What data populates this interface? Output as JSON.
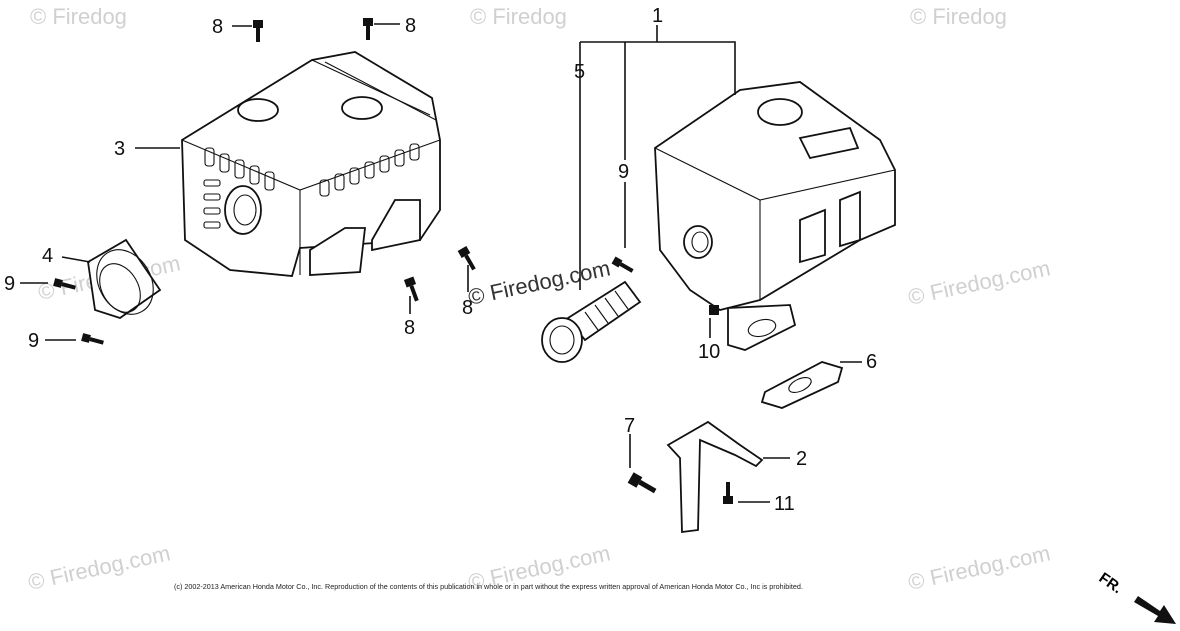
{
  "watermarks": {
    "tl": "© Firedog",
    "tc": "© Firedog",
    "tr": "© Firedog",
    "ml": "© Firedog.com",
    "mc": "© Firedog.com",
    "mr": "© Firedog.com",
    "bl": "© Firedog.com",
    "bc": "© Firedog.com",
    "br": "© Firedog.com"
  },
  "callouts": {
    "c1": "1",
    "c2": "2",
    "c3": "3",
    "c4": "4",
    "c5": "5",
    "c6": "6",
    "c7": "7",
    "c8a": "8",
    "c8b": "8",
    "c8c": "8",
    "c8d": "8",
    "c9a": "9",
    "c9b": "9",
    "c9c": "9",
    "c10": "10",
    "c11": "11"
  },
  "copyright": "(c) 2002-2013 American Honda Motor Co., Inc. Reproduction of the contents of this publication in whole or in part without the express written approval of American Honda Motor Co., Inc is prohibited.",
  "direction_label": "FR."
}
